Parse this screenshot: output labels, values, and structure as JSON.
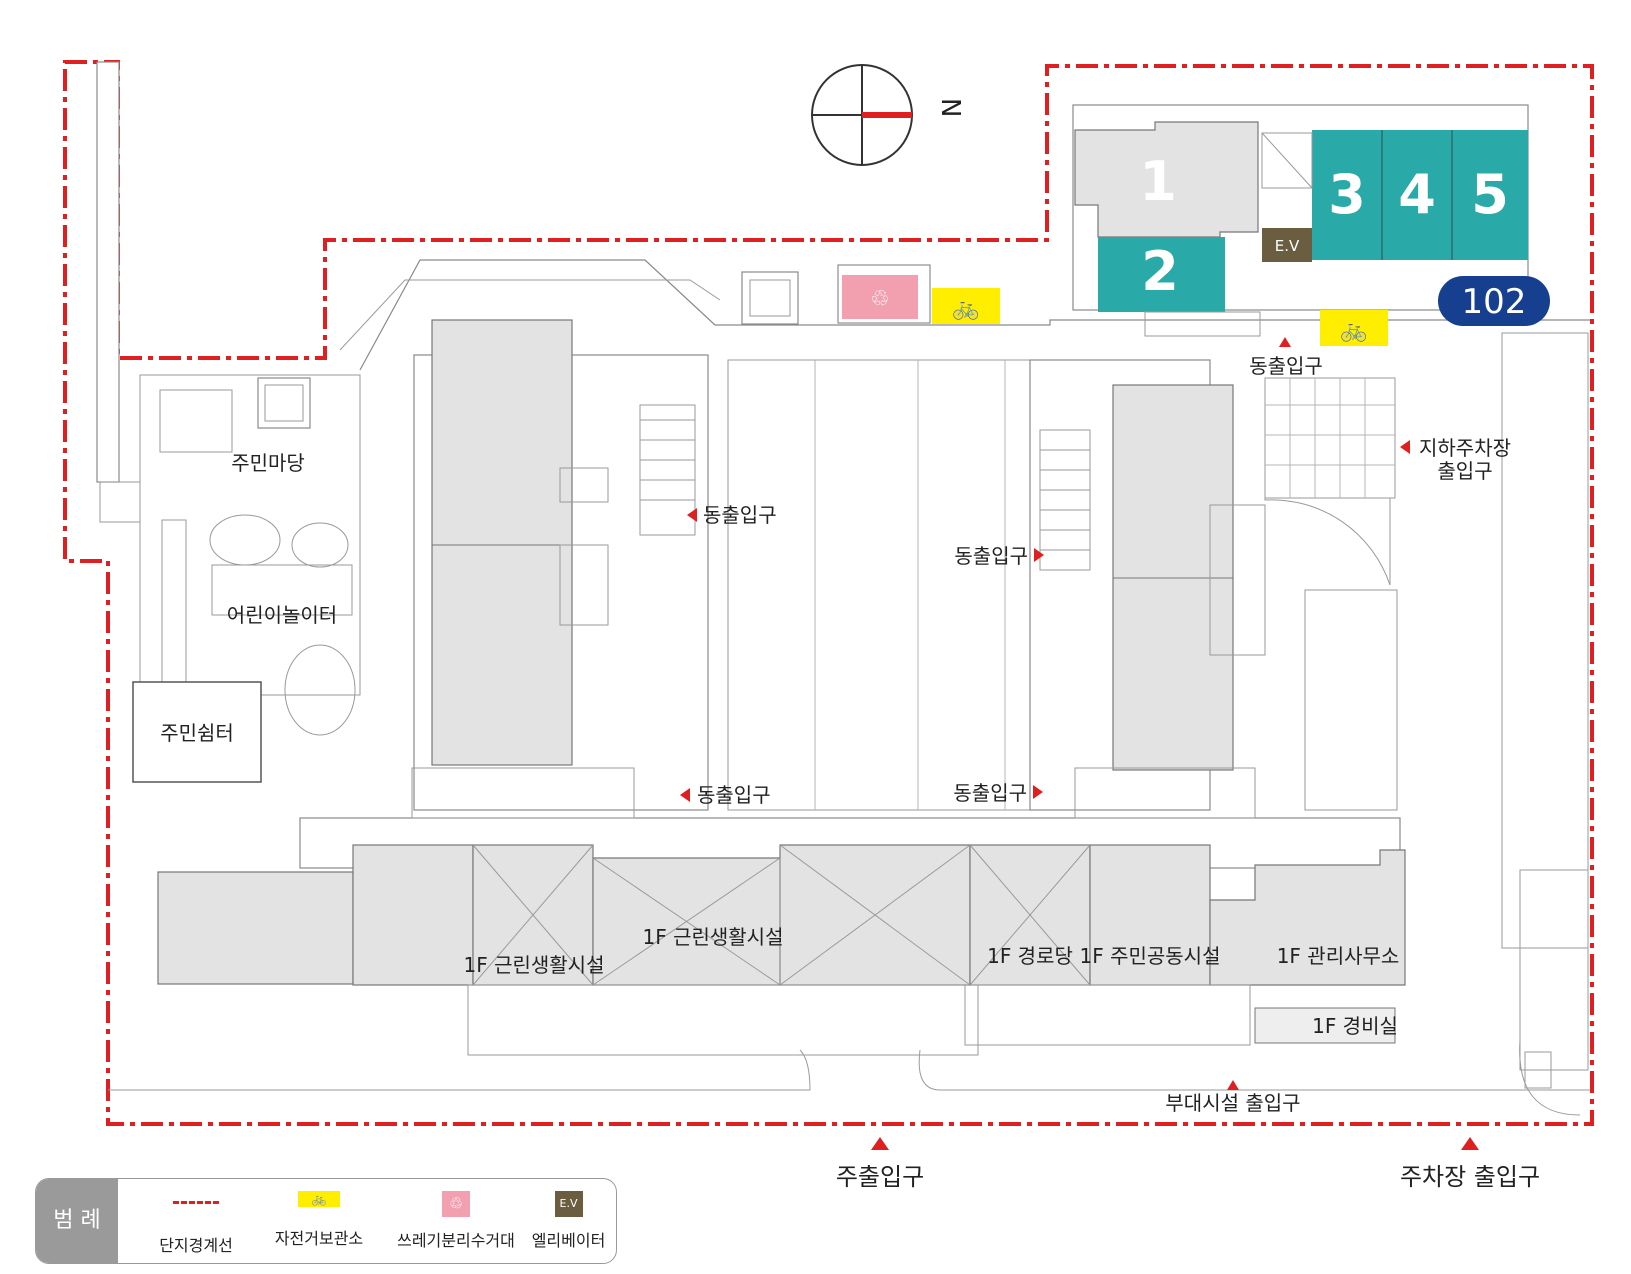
{
  "compass": {
    "north_label": "N"
  },
  "units": [
    {
      "id": "1",
      "color": "#e3e3e3"
    },
    {
      "id": "2",
      "color": "#2aa9a9"
    },
    {
      "id": "3",
      "color": "#2aa9a9"
    },
    {
      "id": "4",
      "color": "#2aa9a9"
    },
    {
      "id": "5",
      "color": "#2aa9a9"
    }
  ],
  "badges": {
    "ev": "E.V",
    "building_no": "102"
  },
  "labels": {
    "resident_yard": "주민마당",
    "playground": "어린이놀이터",
    "resident_shelter": "주민쉼터",
    "entrance_top": "동출입구",
    "entrance_left_mid": "동출입구",
    "entrance_right_mid": "동출입구",
    "entrance_bottom_left": "동출입구",
    "entrance_bottom_right": "동출입구",
    "underground_parking_1": "지하주차장",
    "underground_parking_2": "출입구",
    "nbr_facility_left": "1F 근린생활시설",
    "nbr_facility_mid": "1F 근린생활시설",
    "senior_center": "1F 경로당",
    "community_facility": "1F 주민공동시설",
    "management_office": "1F 관리사무소",
    "guard_room": "1F 경비실",
    "aux_facility_entrance": "부대시설 출입구",
    "main_entrance": "주출입구",
    "parking_entrance": "주차장 출입구"
  },
  "legend": {
    "title": "범 례",
    "items": [
      {
        "label": "단지경계선",
        "icon": "boundary-line-icon"
      },
      {
        "label": "자전거보관소",
        "icon": "bicycle-icon",
        "color": "#ffee00"
      },
      {
        "label": "쓰레기분리수거대",
        "icon": "recycle-icon",
        "color": "#f2a0b0"
      },
      {
        "label": "엘리베이터",
        "icon": "elevator-icon",
        "color": "#6b5d3f",
        "text": "E.V"
      }
    ]
  },
  "colors": {
    "boundary": "#e02020",
    "teal": "#2aa9a9",
    "navy": "#173f8f",
    "bike": "#ffee00",
    "recycle": "#f2a0b0",
    "ev": "#6b5d3f",
    "arrow": "#e02020"
  }
}
